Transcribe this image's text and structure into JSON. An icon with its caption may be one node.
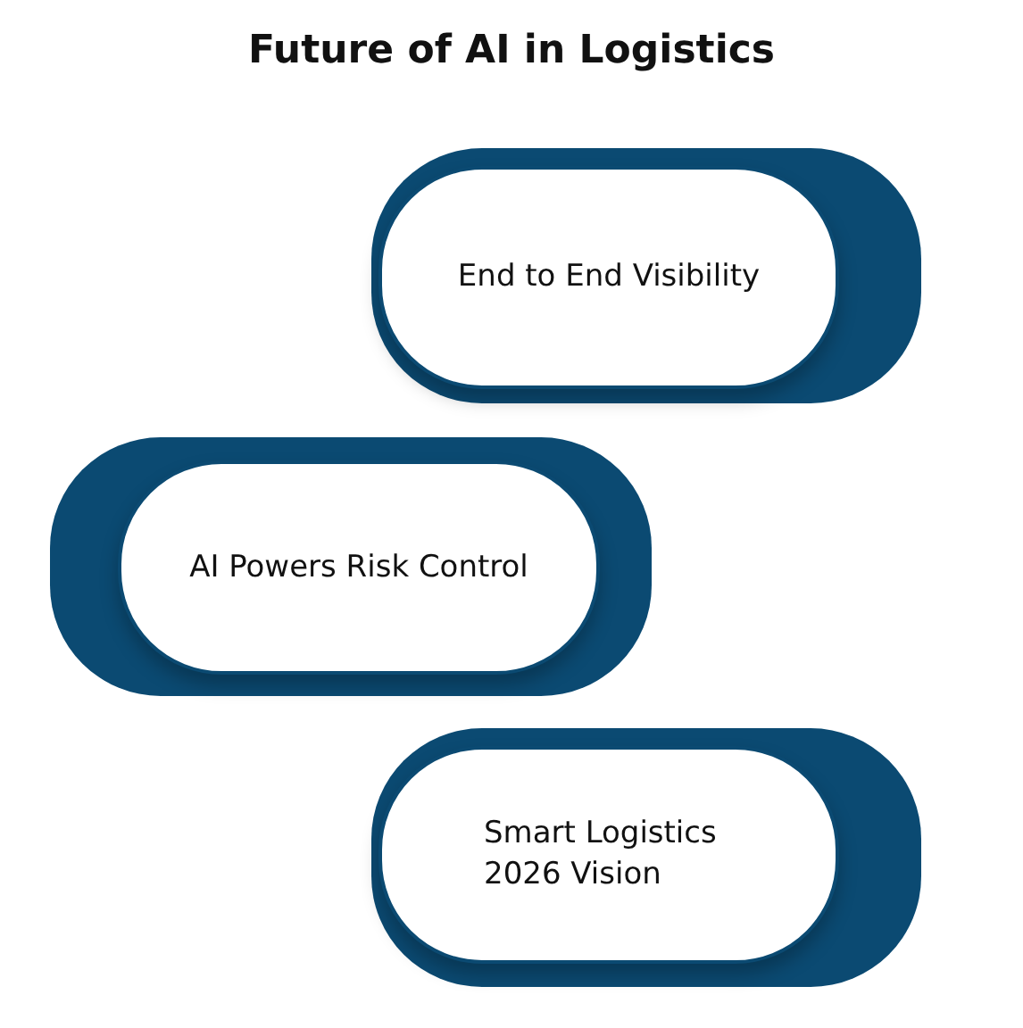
{
  "diagram": {
    "title": "Future of AI in Logistics",
    "nodes": [
      {
        "text": [
          "End to End Visibility"
        ]
      },
      {
        "text": [
          "AI Powers Risk Control"
        ]
      },
      {
        "text": [
          "Smart Logistics 2026 Vision"
        ]
      }
    ]
  }
}
